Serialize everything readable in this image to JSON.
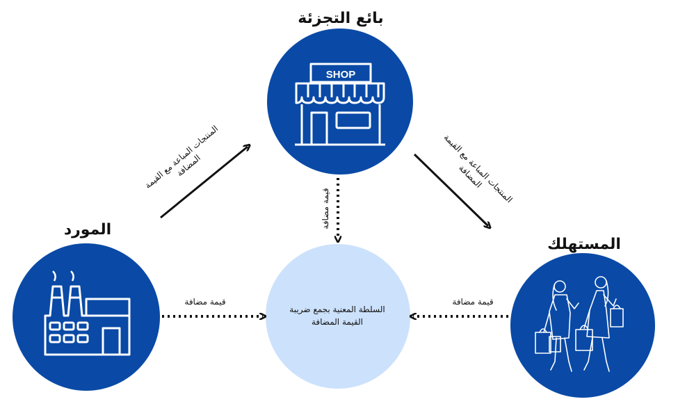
{
  "colors": {
    "node": "#0a4aa6",
    "center": "#cce1fb",
    "icon": "#ffffff",
    "arrow": "#111111"
  },
  "nodes": {
    "retailer": {
      "title": "بائع التجزئة",
      "icon": "shop-icon",
      "sign": "SHOP"
    },
    "supplier": {
      "title": "المورد",
      "icon": "factory-icon"
    },
    "consumer": {
      "title": "المستهلك",
      "icon": "shoppers-icon"
    },
    "authority": {
      "label": "السلطة المعنية بجمع ضريبة القيمة المضافة"
    }
  },
  "edges": {
    "supplier_to_retailer": [
      "المنتجات المباعة مع القيمة",
      "المضافة"
    ],
    "retailer_to_consumer": [
      "المنتجات المباعة مع القيمة",
      "المضافة"
    ],
    "retailer_vat": "قيمة مضافة",
    "supplier_vat": "قيمة مضافة",
    "consumer_vat": "قيمة مضافة"
  }
}
